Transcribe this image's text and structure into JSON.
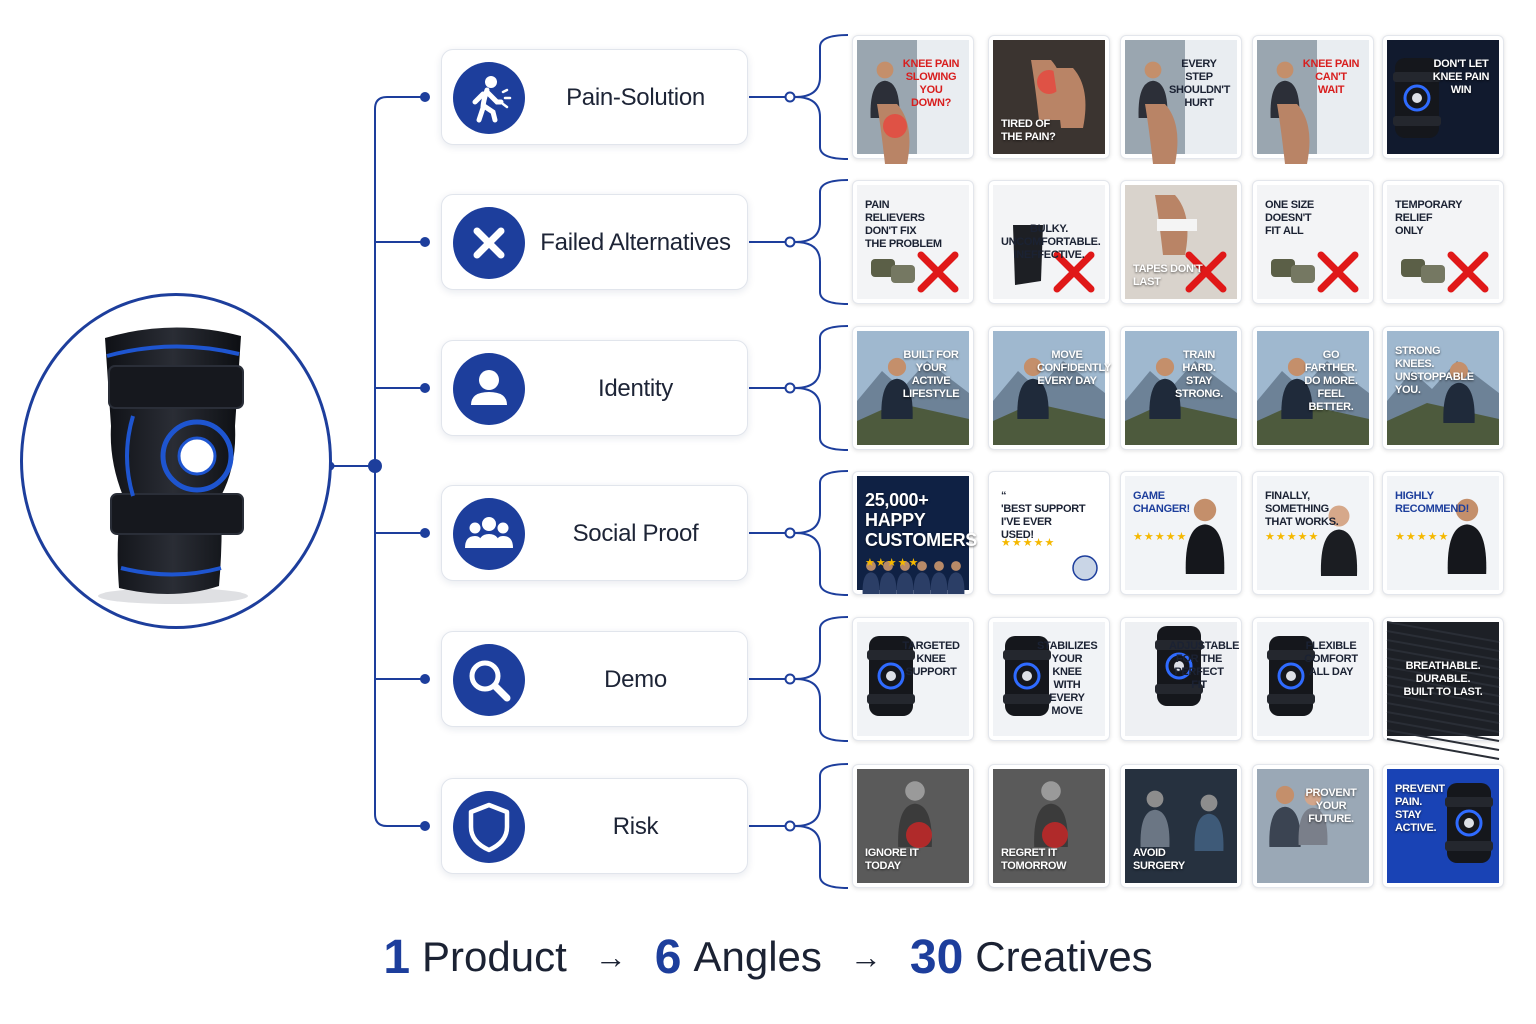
{
  "colors": {
    "accent": "#1d3e9c",
    "text": "#1b2233",
    "warning_red": "#d81e1e",
    "star": "#f5b800"
  },
  "product": {
    "image": "knee-brace"
  },
  "angles": [
    {
      "label": "Pain-Solution",
      "icon": "pain-person-icon",
      "creatives": [
        {
          "text": "KNEE PAIN\nSLOWING\nYOU DOWN?",
          "style": "photo-right"
        },
        {
          "text": "TIRED OF\nTHE PAIN?",
          "style": "photo-bottom"
        },
        {
          "text": "EVERY STEP\nSHOULDN'T\nHURT",
          "style": "photo-right"
        },
        {
          "text": "KNEE PAIN\nCAN'T WAIT",
          "style": "photo-right"
        },
        {
          "text": "DON'T LET\nKNEE PAIN\nWIN",
          "style": "dark-right"
        }
      ]
    },
    {
      "label": "Failed Alternatives",
      "icon": "x-icon",
      "creatives": [
        {
          "text": "PAIN RELIEVERS\nDON'T FIX\nTHE PROBLEM",
          "style": "x-left"
        },
        {
          "text": "BULKY.\nUNCOMFORTABLE.\nINEFFECTIVE.",
          "style": "x-top"
        },
        {
          "text": "TAPES DON'T\nLAST",
          "style": "x-bottom"
        },
        {
          "text": "ONE SIZE\nDOESN'T\nFIT ALL",
          "style": "x-left"
        },
        {
          "text": "TEMPORARY\nRELIEF\nONLY",
          "style": "x-left"
        }
      ]
    },
    {
      "label": "Identity",
      "icon": "user-icon",
      "creatives": [
        {
          "text": "BUILT FOR\nYOUR ACTIVE\nLIFESTYLE",
          "style": "mountain-right"
        },
        {
          "text": "MOVE\nCONFIDENTLY\nEVERY DAY",
          "style": "mountain-right"
        },
        {
          "text": "TRAIN HARD.\nSTAY\nSTRONG.",
          "style": "mountain-right"
        },
        {
          "text": "GO FARTHER.\nDO MORE.\nFEEL BETTER.",
          "style": "mountain-right"
        },
        {
          "text": "STRONG KNEES.\nUNSTOPPABLE\nYOU.",
          "style": "mountain-left"
        }
      ]
    },
    {
      "label": "Social Proof",
      "icon": "group-icon",
      "creatives": [
        {
          "text": "25,000+\nHAPPY\nCUSTOMERS",
          "style": "navy",
          "stars": "★★★★★"
        },
        {
          "text": "“\n'BEST SUPPORT\nI'VE EVER USED!",
          "style": "quote",
          "stars": "★★★★★"
        },
        {
          "text": "GAME\nCHANGER!",
          "style": "person-navy",
          "stars": "★★★★★"
        },
        {
          "text": "FINALLY,\nSOMETHING\nTHAT WORKS.",
          "style": "person-dark",
          "stars": "★★★★★"
        },
        {
          "text": "HIGHLY\nRECOMMEND!",
          "style": "person-navy",
          "stars": "★★★★★"
        }
      ]
    },
    {
      "label": "Demo",
      "icon": "search-icon",
      "creatives": [
        {
          "text": "TARGETED\nKNEE\nSUPPORT",
          "style": "brace-right"
        },
        {
          "text": "STABILIZES\nYOUR KNEE\nWITH EVERY\nMOVE",
          "style": "brace-right"
        },
        {
          "text": "ADJUSTABLE\nFOR THE\nPERFECT FIT",
          "style": "brace-bottom"
        },
        {
          "text": "FLEXIBLE\nCOMFORT\nALL DAY",
          "style": "brace-right"
        },
        {
          "text": "BREATHABLE.\nDURABLE.\nBUILT TO LAST.",
          "style": "fabric"
        }
      ]
    },
    {
      "label": "Risk",
      "icon": "shield-icon",
      "creatives": [
        {
          "text": "IGNORE IT\nTODAY",
          "style": "gray-bottom"
        },
        {
          "text": "REGRET IT\nTOMORROW",
          "style": "gray-bottom"
        },
        {
          "text": "AVOID\nSURGERY",
          "style": "surgery-bottom"
        },
        {
          "text": "PROVENT\nYOUR\nFUTURE.",
          "style": "couple-right"
        },
        {
          "text": "PREVENT\nPAIN.\nSTAY\nACTIVE.",
          "style": "blue-left"
        }
      ]
    }
  ],
  "summary": {
    "product_num": "1",
    "product_word": "Product",
    "angles_num": "6",
    "angles_word": "Angles",
    "creatives_num": "30",
    "creatives_word": "Creatives",
    "arrow": "→"
  }
}
